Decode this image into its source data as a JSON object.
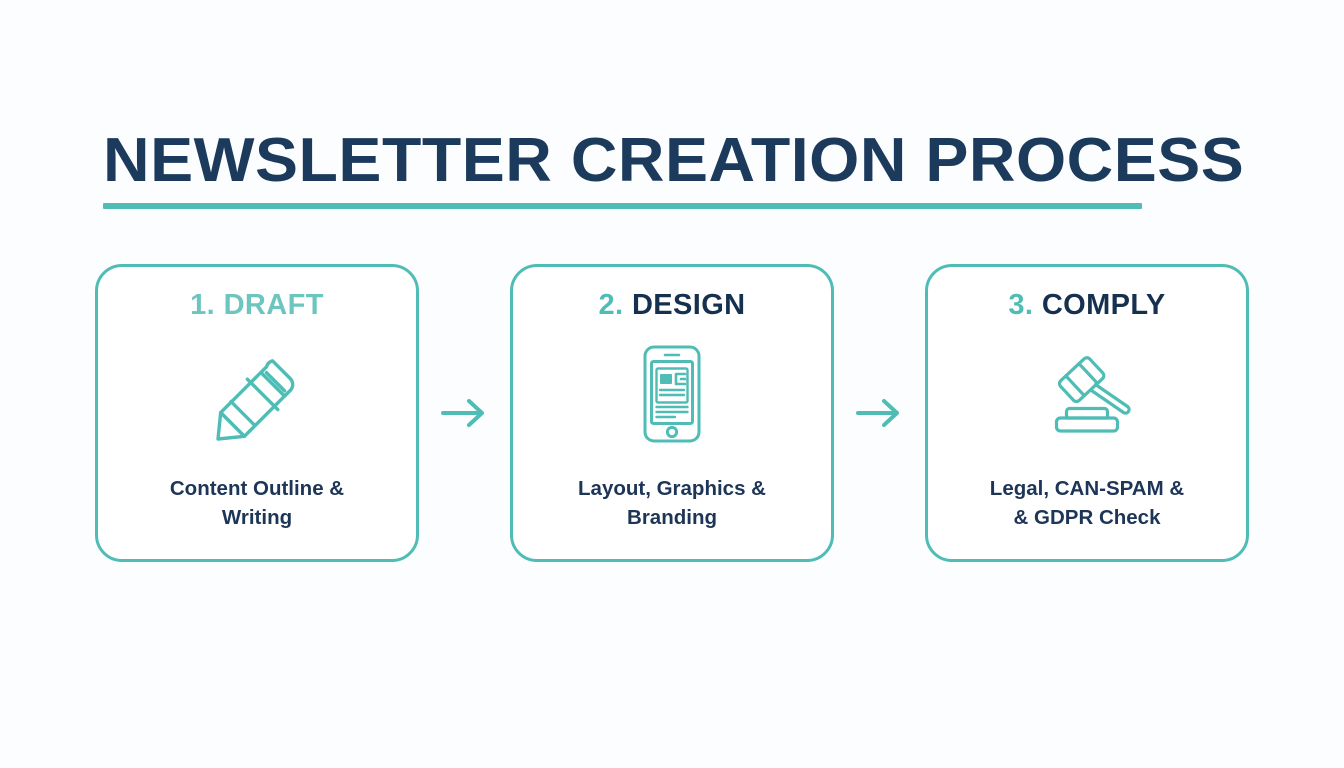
{
  "slide": {
    "title": "NEWSLETTER CREATION PROCESS",
    "background_color": "#fcfdfe",
    "accent_color": "#4fbdb5",
    "title_color": "#1b3a5c",
    "caption_color": "#1d3557"
  },
  "steps": [
    {
      "step_number": "1.",
      "name": "DRAFT",
      "heading_full": "1. DRAFT",
      "caption_line1": "Content Outline &",
      "caption_line2": "Writing",
      "icon": "pencil-icon",
      "heading_style": "all-accent"
    },
    {
      "step_number": "2.",
      "name": "DESIGN",
      "heading_full": "2. DESIGN",
      "caption_line1": "Layout, Graphics &",
      "caption_line2": "Branding",
      "icon": "smartphone-layout-icon",
      "heading_style": "two-tone"
    },
    {
      "step_number": "3.",
      "name": "COMPLY",
      "heading_full": "3. COMPLY",
      "caption_line1": "Legal, CAN-SPAM &",
      "caption_line2": "& GDPR Check",
      "icon": "gavel-icon",
      "heading_style": "two-tone"
    }
  ],
  "connectors": [
    {
      "icon": "arrow-right-icon"
    },
    {
      "icon": "arrow-right-icon"
    }
  ]
}
